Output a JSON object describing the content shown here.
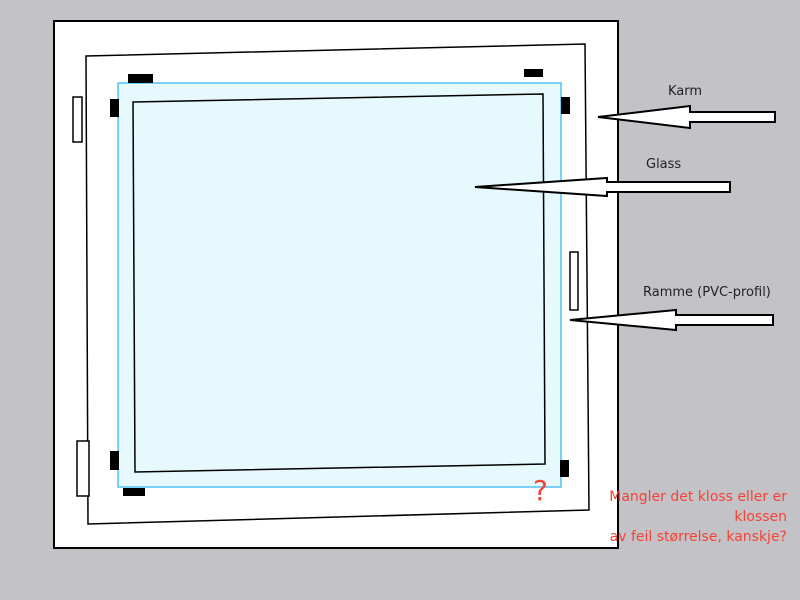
{
  "labels": {
    "karm": "Karm",
    "glass": "Glass",
    "ramme": "Ramme (PVC-profil)"
  },
  "note": {
    "question_mark": "?",
    "line1": "Mangler det kloss eller er klossen",
    "line2": "av feil størrelse, kanskje?"
  },
  "colors": {
    "background": "#c3c2c7",
    "glass_fill": "#e6f9fd",
    "glass_stroke": "#4fc3f7",
    "note": "#f44336"
  }
}
